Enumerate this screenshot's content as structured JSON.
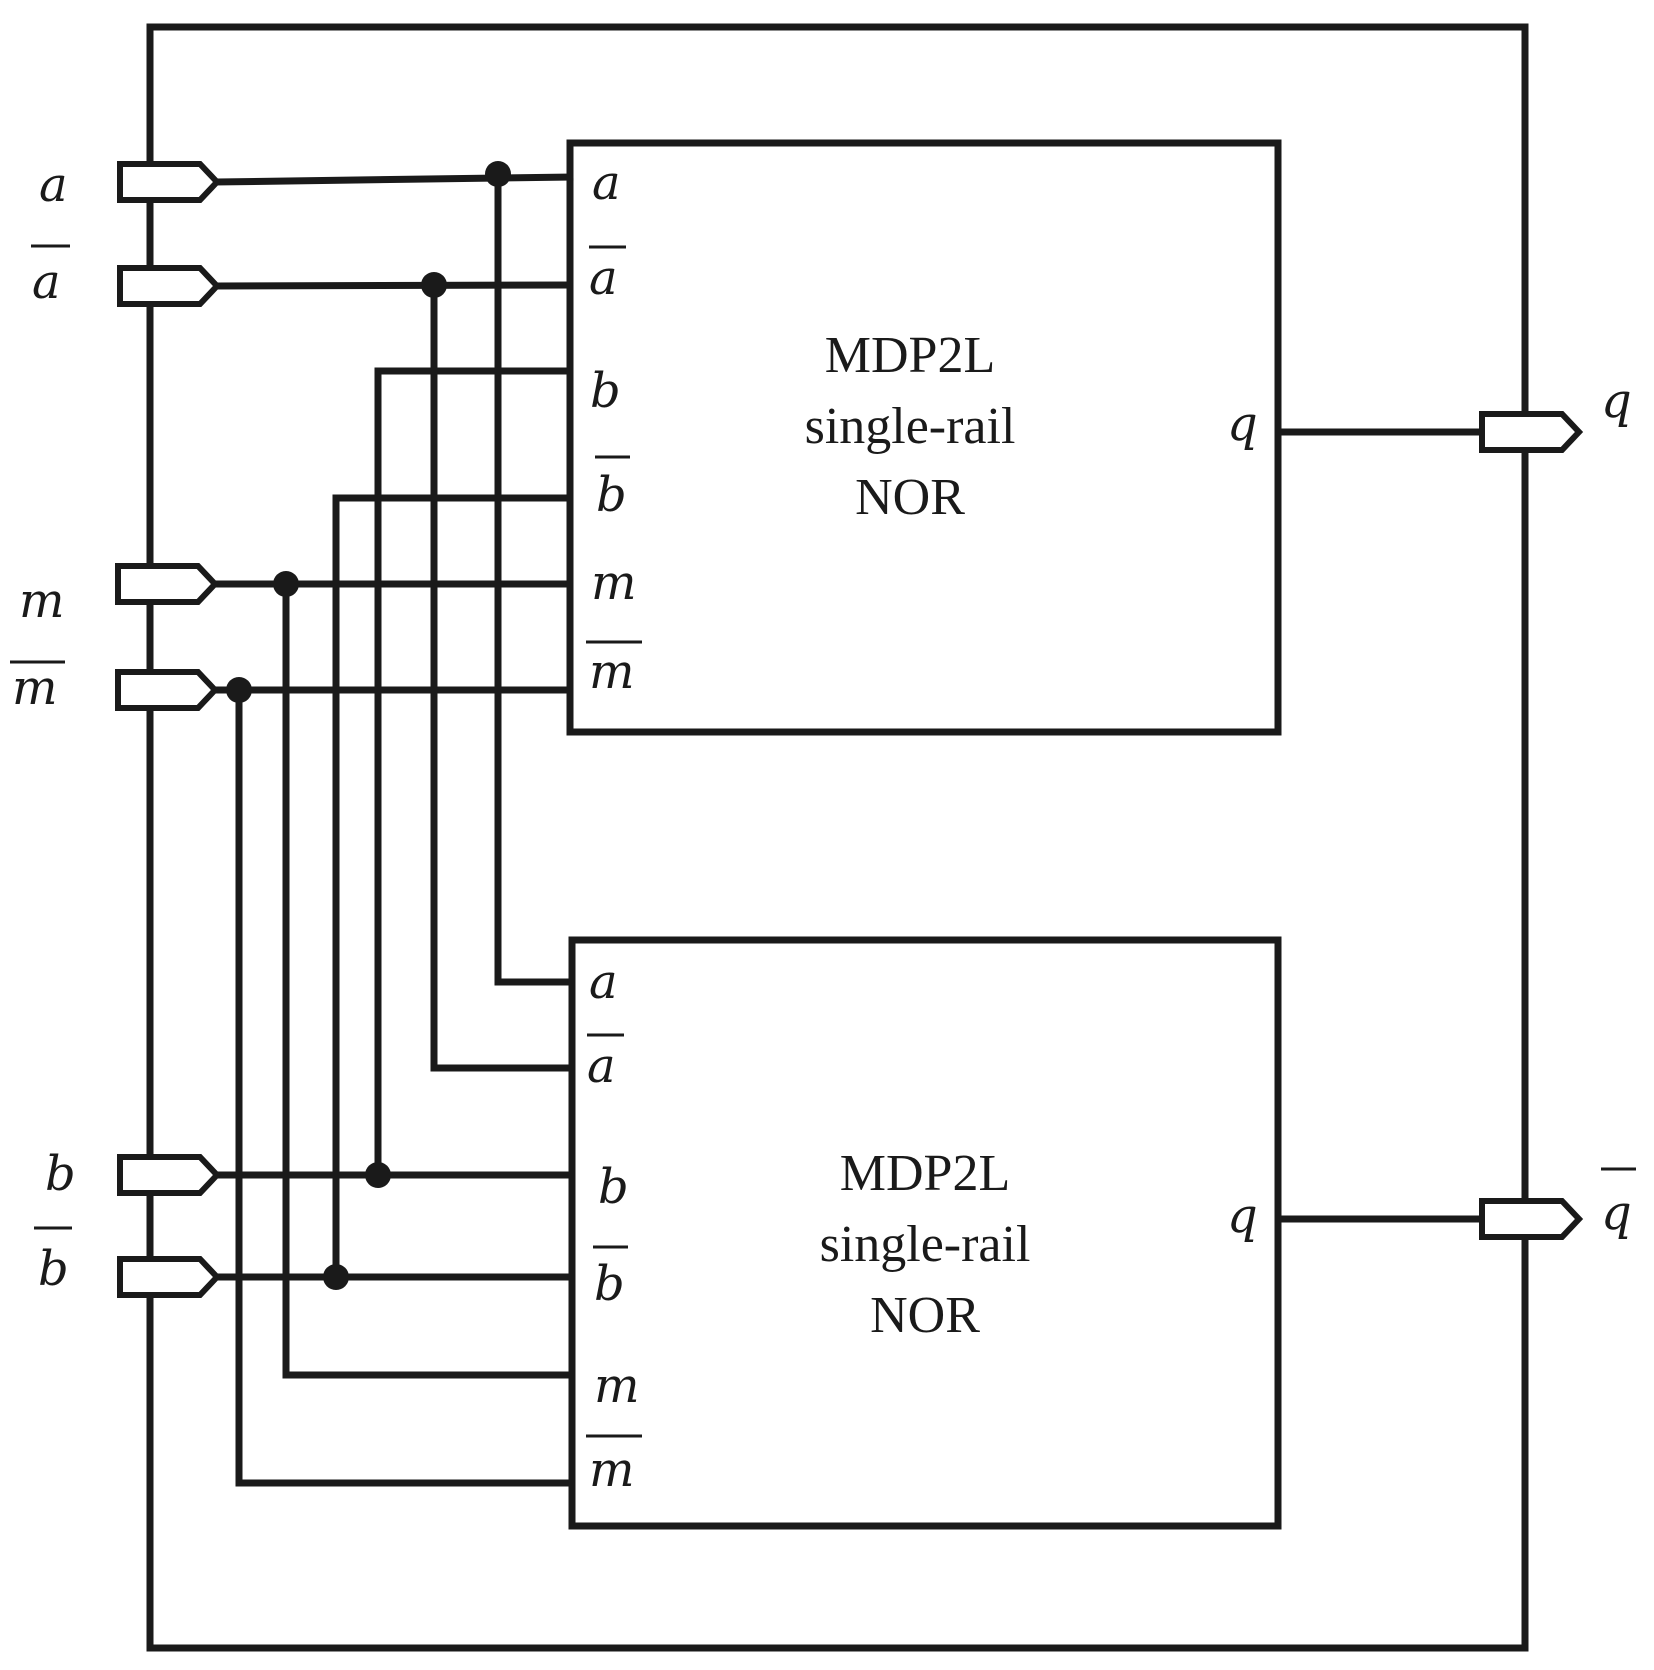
{
  "blocks": [
    {
      "title": [
        "MDP2L",
        "single-rail",
        "NOR"
      ],
      "inputs": [
        "a",
        "a",
        "b",
        "b",
        "m",
        "m"
      ],
      "output": "q"
    },
    {
      "title": [
        "MDP2L",
        "single-rail",
        "NOR"
      ],
      "inputs": [
        "a",
        "a",
        "b",
        "b",
        "m",
        "m"
      ],
      "output": "q"
    }
  ],
  "external_inputs": [
    "a",
    "a",
    "m",
    "m",
    "b",
    "b"
  ],
  "external_outputs": [
    "q",
    "q"
  ],
  "inverted": {
    "external_inputs": [
      false,
      true,
      false,
      true,
      false,
      true
    ],
    "block_inputs": [
      false,
      true,
      false,
      true,
      false,
      true
    ],
    "external_outputs": [
      false,
      true
    ]
  },
  "colors": {
    "line": "#1a1a1a",
    "background": "#ffffff"
  }
}
